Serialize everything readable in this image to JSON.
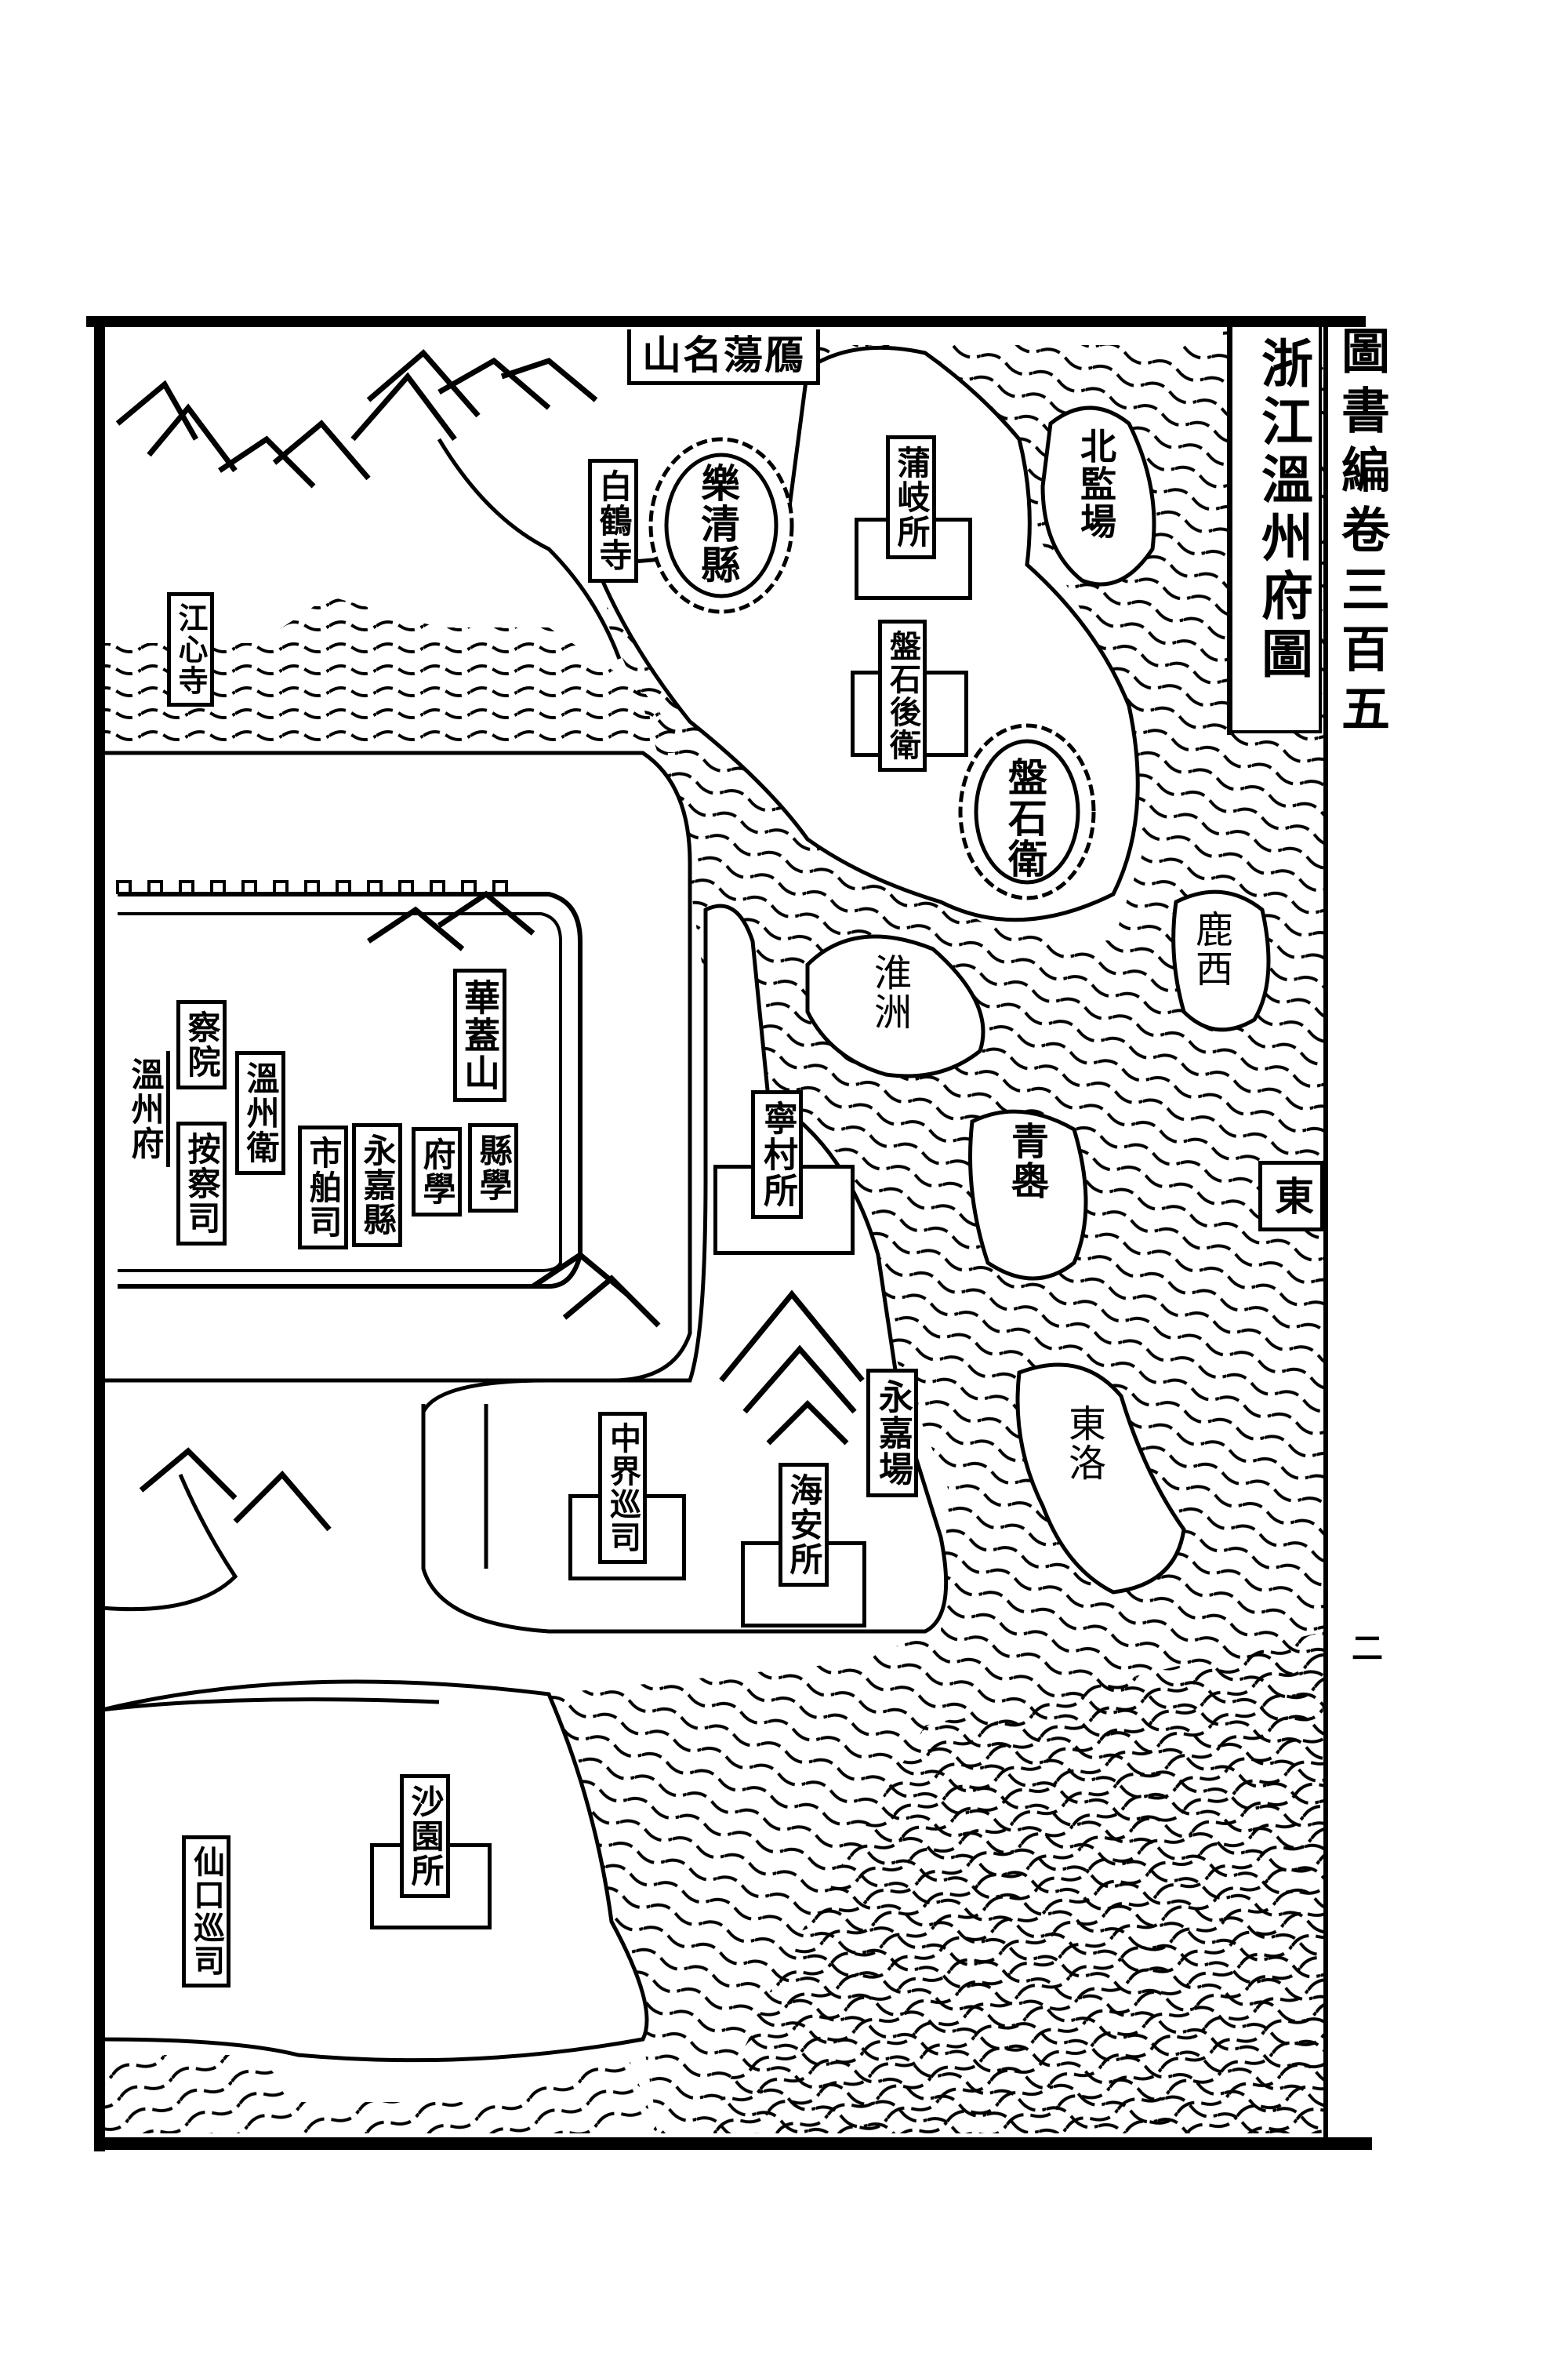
{
  "page": {
    "title": "浙江溫州府圖",
    "margin_text": "圖書編卷三百五",
    "margin_page_marks": "二"
  },
  "map": {
    "frame": {
      "stroke": "#000000",
      "background": "#ffffff"
    },
    "north_label": "鴈蕩名山",
    "direction_label": "東",
    "labels": {
      "yueqing_county": "樂清縣",
      "baihe_temple": "白鶴寺",
      "puqi_post": "蒲岐所",
      "beijian_saltfield": "北監場",
      "panshi_rear_guard": "盤石後衛",
      "panshi_guard": "盤石衛",
      "jiangxin_temple": "江心寺",
      "luxi_island": "鹿西",
      "huaizhou_island": "淮洲",
      "qingao_island": "青嶴",
      "ningcun_post": "寧村所",
      "huagai_mountain": "華蓋山",
      "county_school": "縣學",
      "prefecture_school": "府學",
      "yongjia_county": "永嘉縣",
      "maritime_office": "市舶司",
      "wenzhou_guard": "溫州衛",
      "surveillance_office": "按察司",
      "censorate": "察院",
      "wenzhou_prefecture": "溫州府",
      "zhongjie_patrol": "中界巡司",
      "yongjia_saltfield": "永嘉場",
      "haian_post": "海安所",
      "dongluo_island": "東洛",
      "shayuan_post": "沙園所",
      "xiankou_patrol": "仙口巡司"
    }
  }
}
